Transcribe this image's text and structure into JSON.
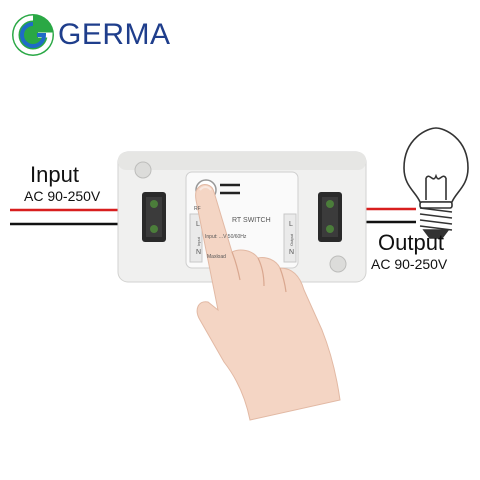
{
  "brand": {
    "name": "GERMA",
    "accent": "#1f3e8c",
    "logo_colors": [
      "#2aa845",
      "#1f6bc7"
    ]
  },
  "input": {
    "title": "Input",
    "voltage": "AC 90-250V"
  },
  "output": {
    "title": "Output",
    "voltage": "AC 90-250V"
  },
  "device": {
    "label": "RT SWITCH",
    "rf_label": "RF",
    "spec_line": "Input: ...V 50/60Hz",
    "max_label": "Maxload",
    "left_terminal": {
      "caption": "Input",
      "l": "L",
      "n": "N"
    },
    "right_terminal": {
      "caption": "Output",
      "l": "L",
      "n": "N"
    }
  },
  "wire_colors": {
    "live": "#d81e1e",
    "neutral": "#111111"
  },
  "icons": [
    "germa-logo-icon",
    "light-bulb-icon",
    "hand-icon"
  ]
}
